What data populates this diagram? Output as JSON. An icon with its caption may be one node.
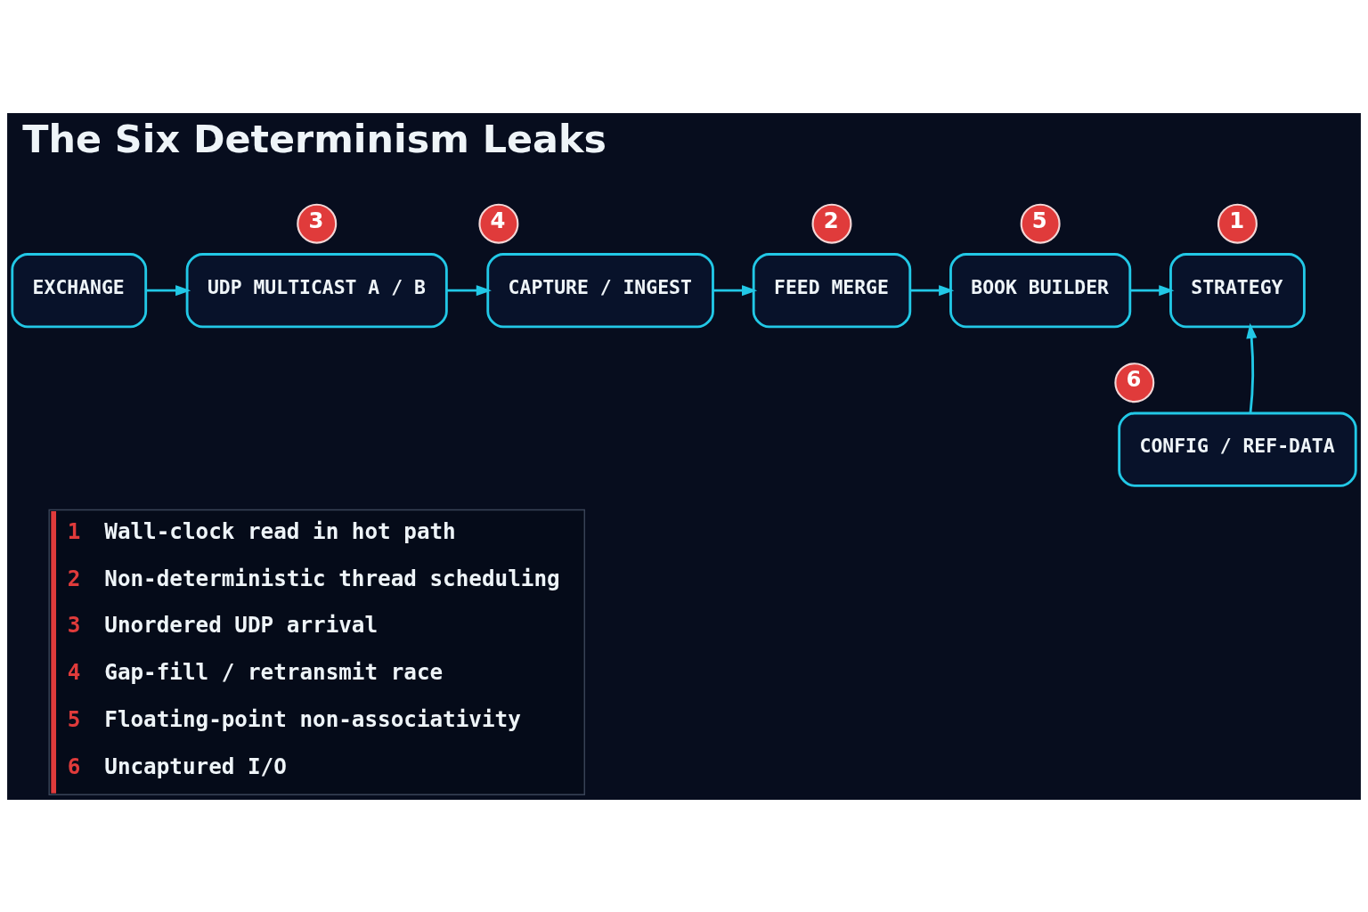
{
  "diagram": {
    "title": "The Six Determinism Leaks",
    "nodes": [
      {
        "text": [
          "EXCHANGE"
        ]
      },
      {
        "text": [
          "3"
        ]
      },
      {
        "text": [
          "UDP MULTICAST A / B"
        ]
      },
      {
        "text": [
          "4"
        ]
      },
      {
        "text": [
          "CAPTURE / INGEST"
        ]
      },
      {
        "text": [
          "2"
        ]
      },
      {
        "text": [
          "FEED MERGE"
        ]
      },
      {
        "text": [
          "5"
        ]
      },
      {
        "text": [
          "BOOK BUILDER"
        ]
      },
      {
        "text": [
          "1"
        ]
      },
      {
        "text": [
          "STRATEGY"
        ]
      },
      {
        "text": [
          "6"
        ]
      },
      {
        "text": [
          "CONFIG / REF-DATA"
        ]
      },
      {
        "text": [
          "1",
          "Wall-clock read in hot path",
          "2",
          "Non-deterministic thread scheduling",
          "3",
          "Unordered UDP arrival",
          "4",
          "Gap-fill / retransmit race",
          "5",
          "Floating-point non-associativity",
          "6",
          "Uncaptured I/O"
        ]
      }
    ],
    "edges": [
      {
        "from": 0,
        "to": 2,
        "arrow": "to"
      },
      {
        "from": 2,
        "to": 4,
        "arrow": "to"
      },
      {
        "from": 4,
        "to": 6,
        "arrow": "to"
      },
      {
        "from": 6,
        "to": 8,
        "arrow": "to"
      },
      {
        "from": 8,
        "to": 10,
        "arrow": "to"
      },
      {
        "from": 12,
        "to": 10,
        "arrow": "to"
      }
    ]
  }
}
